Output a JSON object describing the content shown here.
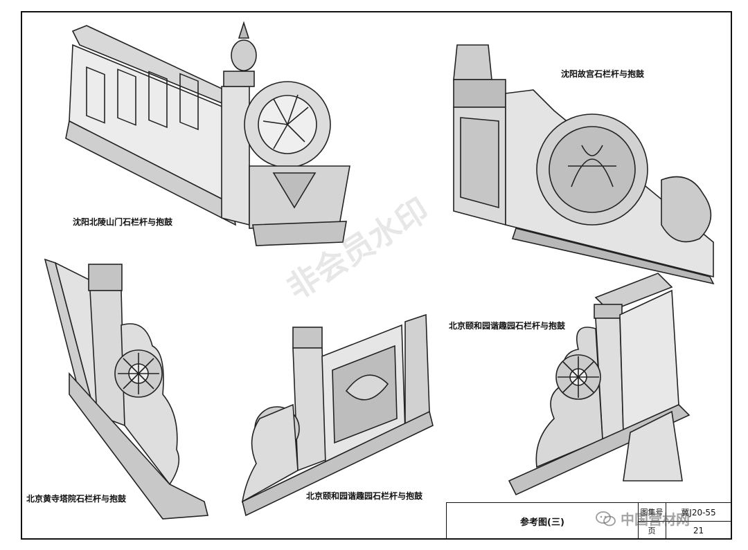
{
  "captions": {
    "beiling": "沈阳北陵山门石栏杆与抱鼓",
    "gugong": "沈阳故宫石栏杆与抱鼓",
    "huangsi": "北京黄寺塔院石栏杆与抱鼓",
    "yihe_left": "北京颐和园谐趣园石栏杆与抱鼓",
    "yihe_right": "北京颐和园谐趣园石栏杆与抱鼓"
  },
  "watermark": "非会员水印",
  "title_block": {
    "title": "参考图(三)",
    "atlas_label": "图集号",
    "atlas_value": "冀J20-55",
    "page_label": "页",
    "page_value": "21"
  },
  "brand": {
    "name": "中国营材网",
    "icon": "wechat-icon"
  }
}
